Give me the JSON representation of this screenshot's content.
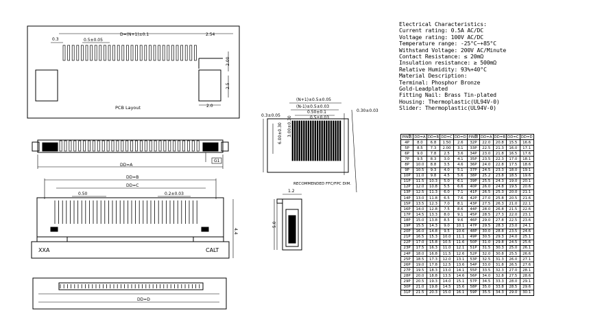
{
  "specs": {
    "lines": [
      "Electrical Characteristics:",
      "Current rating: 0.5A AC/DC",
      "Voltage rating: 100V  AC/DC",
      "Temperature range: -25°C~+85°C",
      "Withstand Voltage: 200V AC/Minute",
      "Contact Resistance:  ≤ 20mΩ",
      "Insulation resistance:   ≥ 500mΩ",
      "Relative Humidity: 93%+40°C",
      "Material Description:",
      "Terminal: Phosphor Bronze",
      "Gold-Leadplated",
      "Fitting Nail: Brass Tin-plated",
      "Housing: Thermoplastic(UL94V-0)",
      "Slider: Thermoplastic(UL94V-0)"
    ]
  },
  "drawing": {
    "pcb_layout_label": "PCB Layout",
    "recommended_label": "RECOMMENDED FFC/FPC DIM.",
    "dims": {
      "pcb_d": "D=(N+1)±0.1",
      "pcb_03": "0.3",
      "pcb_pitch": "0.5±0.05",
      "pcb_254": "2.54",
      "pcb_200": "2.00",
      "pcb_25": "2.5",
      "pcb_20": "2.0",
      "top_dda": "DD=A",
      "g1": "G1",
      "front_ddb": "DD=B",
      "front_ddc": "DD=C",
      "front_050": "0.50",
      "front_pitch": "0.2±0.03",
      "front_44": "4.4",
      "xxa": "XXA",
      "calt": "CALT",
      "bottom_ddd": "DD=D",
      "ffc_n1": "(N+1)±0.5±0.05",
      "ffc_n1b": "(N-1)±0.5±0.03",
      "ffc_050": "0.50±0.1",
      "ffc_pitch": "0.5±0.03",
      "ffc_030": "0.30±0.03",
      "ffc_side": "0.3±0.05",
      "ffc_h": "6.00±0.30",
      "ffc_h2": "3.00±0.30",
      "side_12": "1.2",
      "side_50": "5.0"
    }
  },
  "table": {
    "headers": [
      "PIN数",
      "DD=A",
      "DD=B",
      "DD=C",
      "DD=D",
      "PIN数",
      "DD=A",
      "DD=B",
      "DD=C",
      "DD=D"
    ],
    "rows": [
      [
        "4P",
        "8.0",
        "6.8",
        "1.50",
        "2.6",
        "32P",
        "22.0",
        "20.8",
        "15.5",
        "16.6"
      ],
      [
        "5P",
        "8.5",
        "7.3",
        "2.00",
        "3.1",
        "33P",
        "22.5",
        "21.3",
        "16.0",
        "17.1"
      ],
      [
        "6P",
        "9.0",
        "7.8",
        "2.5",
        "3.6",
        "34P",
        "23.0",
        "21.8",
        "16.5",
        "17.6"
      ],
      [
        "7P",
        "9.5",
        "8.3",
        "3.0",
        "4.1",
        "35P",
        "23.5",
        "22.3",
        "17.0",
        "18.1"
      ],
      [
        "8P",
        "10.0",
        "8.8",
        "3.5",
        "4.6",
        "36P",
        "24.0",
        "22.8",
        "17.5",
        "18.6"
      ],
      [
        "9P",
        "10.5",
        "9.3",
        "4.0",
        "5.1",
        "37P",
        "24.5",
        "23.3",
        "18.0",
        "19.1"
      ],
      [
        "10P",
        "11.0",
        "9.8",
        "4.5",
        "5.6",
        "38P",
        "25.2",
        "23.8",
        "18.5",
        "19.6"
      ],
      [
        "11P",
        "11.5",
        "10.3",
        "5.0",
        "6.1",
        "39P",
        "25.5",
        "24.3",
        "19.0",
        "20.1"
      ],
      [
        "12P",
        "12.0",
        "10.8",
        "5.5",
        "6.6",
        "40P",
        "26.0",
        "24.8",
        "19.5",
        "20.6"
      ],
      [
        "13P",
        "12.5",
        "11.3",
        "6.0",
        "7.1",
        "41P",
        "26.5",
        "25.3",
        "20.0",
        "21.1"
      ],
      [
        "14P",
        "13.0",
        "11.8",
        "6.5",
        "7.6",
        "42P",
        "27.0",
        "25.8",
        "20.5",
        "21.6"
      ],
      [
        "15P",
        "13.5",
        "12.3",
        "7.0",
        "8.1",
        "43P",
        "27.5",
        "26.3",
        "21.0",
        "22.1"
      ],
      [
        "16P",
        "14.0",
        "12.8",
        "7.5",
        "8.6",
        "44P",
        "28.0",
        "26.8",
        "21.5",
        "22.6"
      ],
      [
        "17P",
        "14.5",
        "13.3",
        "8.0",
        "9.1",
        "45P",
        "28.5",
        "27.3",
        "22.0",
        "23.1"
      ],
      [
        "18P",
        "15.0",
        "13.8",
        "8.5",
        "9.6",
        "46P",
        "29.0",
        "27.8",
        "22.5",
        "23.6"
      ],
      [
        "19P",
        "15.5",
        "14.3",
        "9.0",
        "10.1",
        "47P",
        "29.5",
        "28.3",
        "23.0",
        "24.1"
      ],
      [
        "20P",
        "16.0",
        "14.8",
        "9.5",
        "10.6",
        "48P",
        "30.0",
        "28.8",
        "23.5",
        "24.6"
      ],
      [
        "21P",
        "16.5",
        "15.3",
        "10.0",
        "11.1",
        "49P",
        "30.5",
        "29.3",
        "24.0",
        "25.1"
      ],
      [
        "22P",
        "17.0",
        "15.8",
        "10.5",
        "11.6",
        "50P",
        "31.0",
        "29.8",
        "24.5",
        "25.6"
      ],
      [
        "23P",
        "17.5",
        "16.3",
        "11.0",
        "12.1",
        "51P",
        "31.5",
        "30.3",
        "25.0",
        "26.1"
      ],
      [
        "24P",
        "18.0",
        "16.8",
        "11.5",
        "12.6",
        "52P",
        "32.0",
        "30.8",
        "25.5",
        "26.6"
      ],
      [
        "25P",
        "18.5",
        "17.3",
        "12.0",
        "13.1",
        "53P",
        "32.5",
        "31.3",
        "26.0",
        "27.1"
      ],
      [
        "26P",
        "19.0",
        "17.8",
        "12.5",
        "13.6",
        "54P",
        "33.0",
        "31.8",
        "26.5",
        "27.6"
      ],
      [
        "27P",
        "19.5",
        "18.3",
        "13.0",
        "14.1",
        "55P",
        "33.5",
        "32.3",
        "27.0",
        "28.1"
      ],
      [
        "28P",
        "20.0",
        "18.8",
        "13.5",
        "14.6",
        "56P",
        "34.0",
        "32.8",
        "27.5",
        "28.6"
      ],
      [
        "29P",
        "20.5",
        "19.3",
        "14.0",
        "15.1",
        "57P",
        "34.5",
        "33.3",
        "28.0",
        "29.1"
      ],
      [
        "30P",
        "21.0",
        "19.8",
        "14.5",
        "15.6",
        "58P",
        "35.0",
        "33.8",
        "28.5",
        "29.6"
      ],
      [
        "31P",
        "21.5",
        "20.3",
        "15.0",
        "16.1",
        "59P",
        "35.5",
        "34.3",
        "29.0",
        "30.1"
      ]
    ]
  }
}
